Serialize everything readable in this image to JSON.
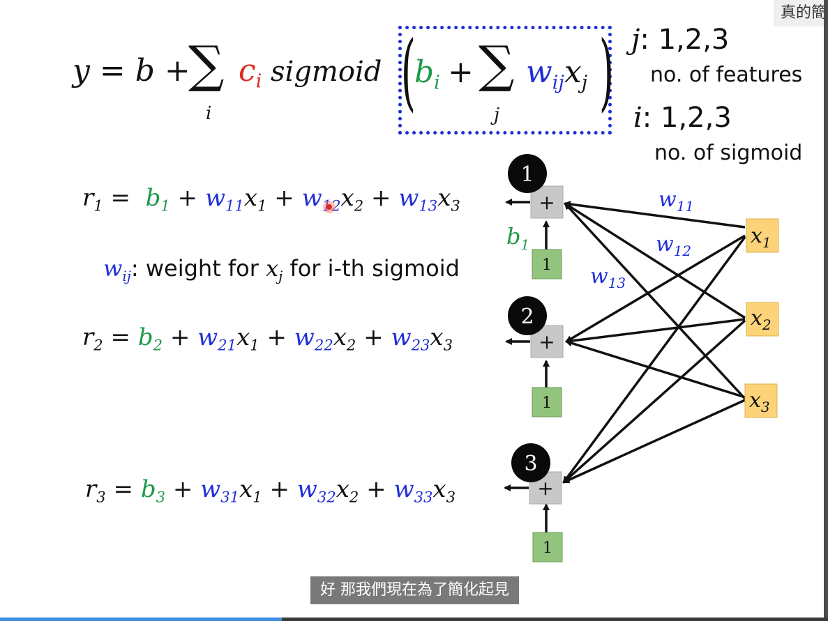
{
  "top_corner_text": "真的簡",
  "formula": {
    "y": "y",
    "eq": "=",
    "b": "b",
    "plus": "+",
    "sum_index_i": "i",
    "c": "c",
    "c_sub": "i",
    "sigmoid": "sigmoid",
    "bi": "b",
    "bi_sub": "i",
    "sum_index_j": "j",
    "w": "w",
    "w_sub": "ij",
    "x": "x",
    "x_sub": "j"
  },
  "side_notes": {
    "j_label": "j",
    "j_values": ": 1,2,3",
    "j_desc": "no. of features",
    "i_label": "i",
    "i_values": ": 1,2,3",
    "i_desc": "no. of sigmoid"
  },
  "equations": [
    {
      "lhs": "r",
      "lhs_sub": "1",
      "b_sub": "1",
      "terms": [
        {
          "w": "11",
          "x": "1"
        },
        {
          "w": "12",
          "x": "2"
        },
        {
          "w": "13",
          "x": "3"
        }
      ]
    },
    {
      "lhs": "r",
      "lhs_sub": "2",
      "b_sub": "2",
      "terms": [
        {
          "w": "21",
          "x": "1"
        },
        {
          "w": "22",
          "x": "2"
        },
        {
          "w": "23",
          "x": "3"
        }
      ]
    },
    {
      "lhs": "r",
      "lhs_sub": "3",
      "b_sub": "3",
      "terms": [
        {
          "w": "31",
          "x": "1"
        },
        {
          "w": "32",
          "x": "2"
        },
        {
          "w": "33",
          "x": "3"
        }
      ]
    }
  ],
  "weight_note": {
    "w": "w",
    "w_sub": "ij",
    "text1": ": weight for ",
    "x": "x",
    "x_sub": "j",
    "text2": " for i-th sigmoid"
  },
  "network": {
    "node_labels": [
      "1",
      "2",
      "3"
    ],
    "sum_symbol": "+",
    "bias_input": "1",
    "bias_label": "b",
    "bias_label_sub": "1",
    "inputs": [
      {
        "name": "x",
        "sub": "1"
      },
      {
        "name": "x",
        "sub": "2"
      },
      {
        "name": "x",
        "sub": "3"
      }
    ],
    "edge_labels": [
      {
        "name": "w",
        "sub": "11"
      },
      {
        "name": "w",
        "sub": "12"
      },
      {
        "name": "w",
        "sub": "13"
      }
    ]
  },
  "colors": {
    "bias": "#1e9a4a",
    "weight": "#1f2fd6",
    "coef": "#e0281e",
    "dashed_box": "#1f2fd6",
    "input_box": "#fdd37a",
    "sum_box": "#c8c8c8",
    "one_box": "#92c47e"
  },
  "subtitle": "好 那我們現在為了簡化起見",
  "video_progress_pct": 34
}
